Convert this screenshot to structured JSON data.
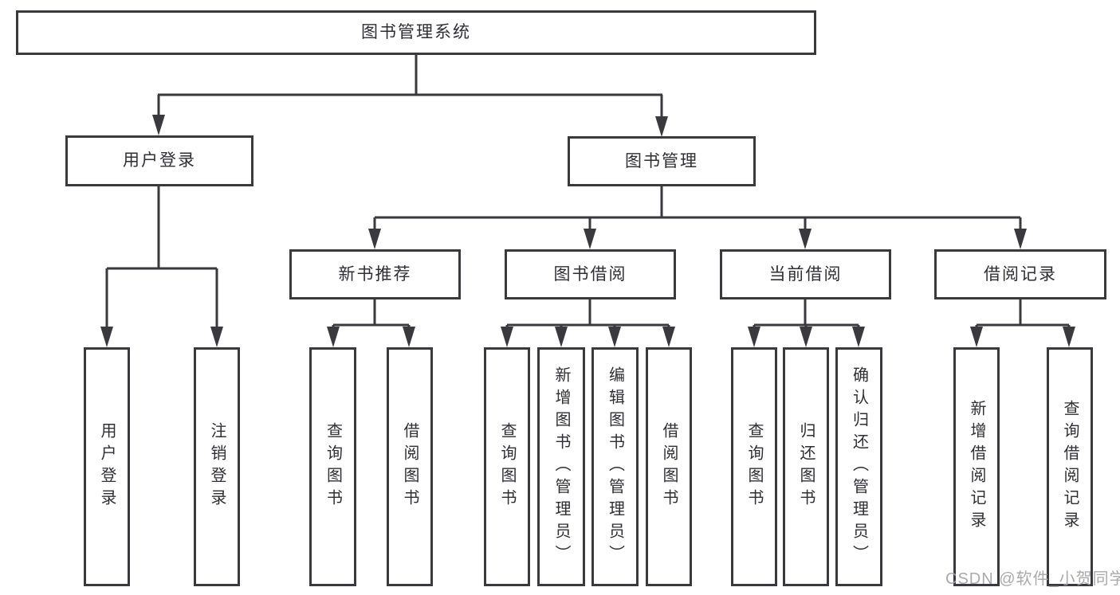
{
  "tree": {
    "root": {
      "label": "图书管理系统",
      "children": [
        {
          "label": "用户登录",
          "children": [
            {
              "label": "用户登录"
            },
            {
              "label": "注销登录"
            }
          ]
        },
        {
          "label": "图书管理",
          "children": [
            {
              "label": "新书推荐",
              "children": [
                {
                  "label": "查询图书"
                },
                {
                  "label": "借阅图书"
                }
              ]
            },
            {
              "label": "图书借阅",
              "children": [
                {
                  "label": "查询图书"
                },
                {
                  "label": "新增图书（管理员）"
                },
                {
                  "label": "编辑图书（管理员）"
                },
                {
                  "label": "借阅图书"
                }
              ]
            },
            {
              "label": "当前借阅",
              "children": [
                {
                  "label": "查询图书"
                },
                {
                  "label": "归还图书"
                },
                {
                  "label": "确认归还（管理员）"
                }
              ]
            },
            {
              "label": "借阅记录",
              "children": [
                {
                  "label": "新增借阅记录"
                },
                {
                  "label": "查询借阅记录"
                }
              ]
            }
          ]
        }
      ]
    }
  },
  "watermark": {
    "text": "CSDN @软件_小贺同学"
  },
  "colors": {
    "line": "#3a3a3e",
    "text": "#2f2f33",
    "watermark": "#a3a3a3",
    "background": "#ffffff"
  }
}
